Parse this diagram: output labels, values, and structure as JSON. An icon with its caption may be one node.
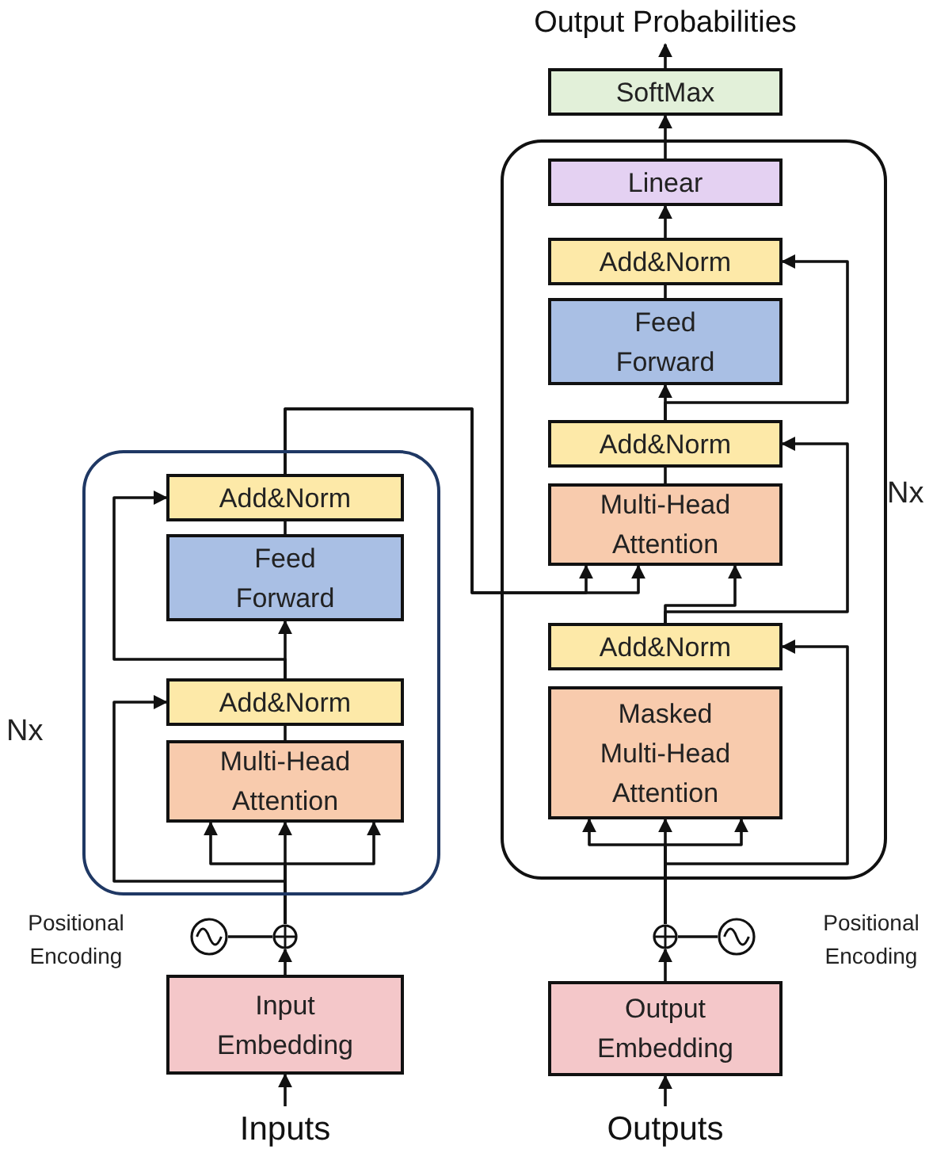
{
  "diagram": {
    "nodes": [
      {
        "text": [
          "Output Probabilities"
        ]
      },
      {
        "text": [
          "SoftMax"
        ]
      },
      {
        "text": [],
        "shape": "box",
        "beside": [
          "Nx"
        ]
      },
      {
        "text": [
          "Linear"
        ],
        "in": 2
      },
      {
        "text": [
          "Add&Norm"
        ],
        "in": 2
      },
      {
        "text": [
          "Feed Forward"
        ],
        "in": 2
      },
      {
        "text": [
          "Add&Norm"
        ],
        "in": 2
      },
      {
        "text": [
          "Multi-Head Attention"
        ],
        "in": 2
      },
      {
        "text": [
          "Add&Norm"
        ],
        "in": 2
      },
      {
        "text": [
          "Masked Multi-Head Attention"
        ],
        "in": 2
      },
      {
        "text": [],
        "shape": "box",
        "beside": [
          "Nx"
        ]
      },
      {
        "text": [
          "Add&Norm"
        ],
        "in": 10
      },
      {
        "text": [
          "Feed Forward"
        ],
        "in": 10
      },
      {
        "text": [
          "Add&Norm"
        ],
        "in": 10
      },
      {
        "text": [
          "Multi-Head Attention"
        ],
        "in": 10
      },
      {
        "text": [
          "Input Embedding"
        ]
      },
      {
        "text": [
          "Output Embedding"
        ]
      },
      {
        "text": [
          "Inputs"
        ]
      },
      {
        "text": [
          "Outputs"
        ]
      },
      {
        "text": [],
        "shape": "circle",
        "beside": [
          "Positional Encoding"
        ]
      },
      {
        "text": [],
        "shape": "circle"
      },
      {
        "text": [],
        "shape": "circle"
      },
      {
        "text": [],
        "shape": "circle",
        "beside": [
          "Positional Encoding"
        ]
      }
    ],
    "edges": [
      {
        "from": 17,
        "to": 15,
        "arrow": "to"
      },
      {
        "from": 15,
        "to": 20,
        "arrow": "to"
      },
      {
        "from": 19,
        "to": 20,
        "arrow": "none"
      },
      {
        "from": 20,
        "to": 14,
        "arrow": "to"
      },
      {
        "from": 20,
        "to": 14,
        "arrow": "to"
      },
      {
        "from": 20,
        "to": 14,
        "arrow": "to"
      },
      {
        "from": 20,
        "to": 13,
        "arrow": "to"
      },
      {
        "from": 14,
        "to": 13,
        "arrow": "none"
      },
      {
        "from": 13,
        "to": 12,
        "arrow": "to"
      },
      {
        "from": 13,
        "to": 11,
        "arrow": "to"
      },
      {
        "from": 12,
        "to": 11,
        "arrow": "none"
      },
      {
        "from": 11,
        "to": 7,
        "arrow": "to"
      },
      {
        "from": 11,
        "to": 7,
        "arrow": "to"
      },
      {
        "from": 8,
        "to": 7,
        "arrow": "to"
      },
      {
        "from": 8,
        "to": 6,
        "arrow": "to"
      },
      {
        "from": 7,
        "to": 6,
        "arrow": "none"
      },
      {
        "from": 6,
        "to": 5,
        "arrow": "to"
      },
      {
        "from": 6,
        "to": 4,
        "arrow": "to"
      },
      {
        "from": 5,
        "to": 4,
        "arrow": "none"
      },
      {
        "from": 4,
        "to": 3,
        "arrow": "to"
      },
      {
        "from": 3,
        "to": 1,
        "arrow": "to"
      },
      {
        "from": 1,
        "to": 0,
        "arrow": "to"
      },
      {
        "from": 18,
        "to": 16,
        "arrow": "to"
      },
      {
        "from": 16,
        "to": 21,
        "arrow": "to"
      },
      {
        "from": 22,
        "to": 21,
        "arrow": "none"
      },
      {
        "from": 21,
        "to": 9,
        "arrow": "to"
      },
      {
        "from": 21,
        "to": 9,
        "arrow": "to"
      },
      {
        "from": 21,
        "to": 9,
        "arrow": "to"
      },
      {
        "from": 21,
        "to": 8,
        "arrow": "to"
      }
    ]
  }
}
